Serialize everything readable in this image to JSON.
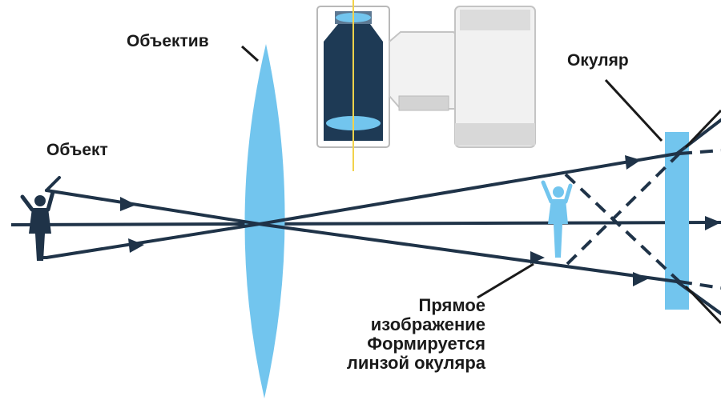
{
  "labels": {
    "objective": "Объектив",
    "object": "Объект",
    "eyepiece": "Окуляр",
    "image_lines": [
      "Прямое",
      "изображение",
      "Формируется",
      "линзой окуляра"
    ]
  },
  "colors": {
    "ray": "#1f3348",
    "lens": "#72c5ee",
    "figure_object": "#1f3348",
    "figure_image": "#72c5ee",
    "text": "#1a1a1a",
    "binocular_dark": "#1e3a55",
    "binocular_light": "#e6e6e6",
    "binocular_axis": "#f2d24b"
  },
  "icons": {
    "binocular": "binocular-cutaway-icon",
    "object_figure": "person-waving-icon",
    "image_figure": "person-waving-icon"
  }
}
